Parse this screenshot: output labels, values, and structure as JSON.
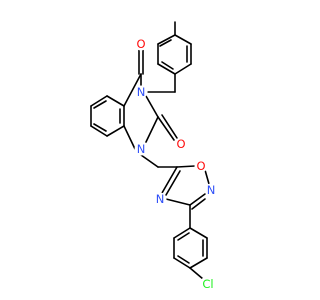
{
  "molecule": {
    "atom_labels": [
      {
        "id": "o-top",
        "text": "O",
        "color": "#ff0d0d"
      },
      {
        "id": "n3",
        "text": "N",
        "color": "#3050f8"
      },
      {
        "id": "o-right",
        "text": "O",
        "color": "#ff0d0d"
      },
      {
        "id": "n1",
        "text": "N",
        "color": "#3050f8"
      },
      {
        "id": "ox-o",
        "text": "O",
        "color": "#ff0d0d"
      },
      {
        "id": "ox-n2",
        "text": "N",
        "color": "#3050f8"
      },
      {
        "id": "ox-n4",
        "text": "N",
        "color": "#3050f8"
      },
      {
        "id": "cl",
        "text": "Cl",
        "color": "#1ff01f"
      }
    ],
    "bond_color": "#000000"
  }
}
